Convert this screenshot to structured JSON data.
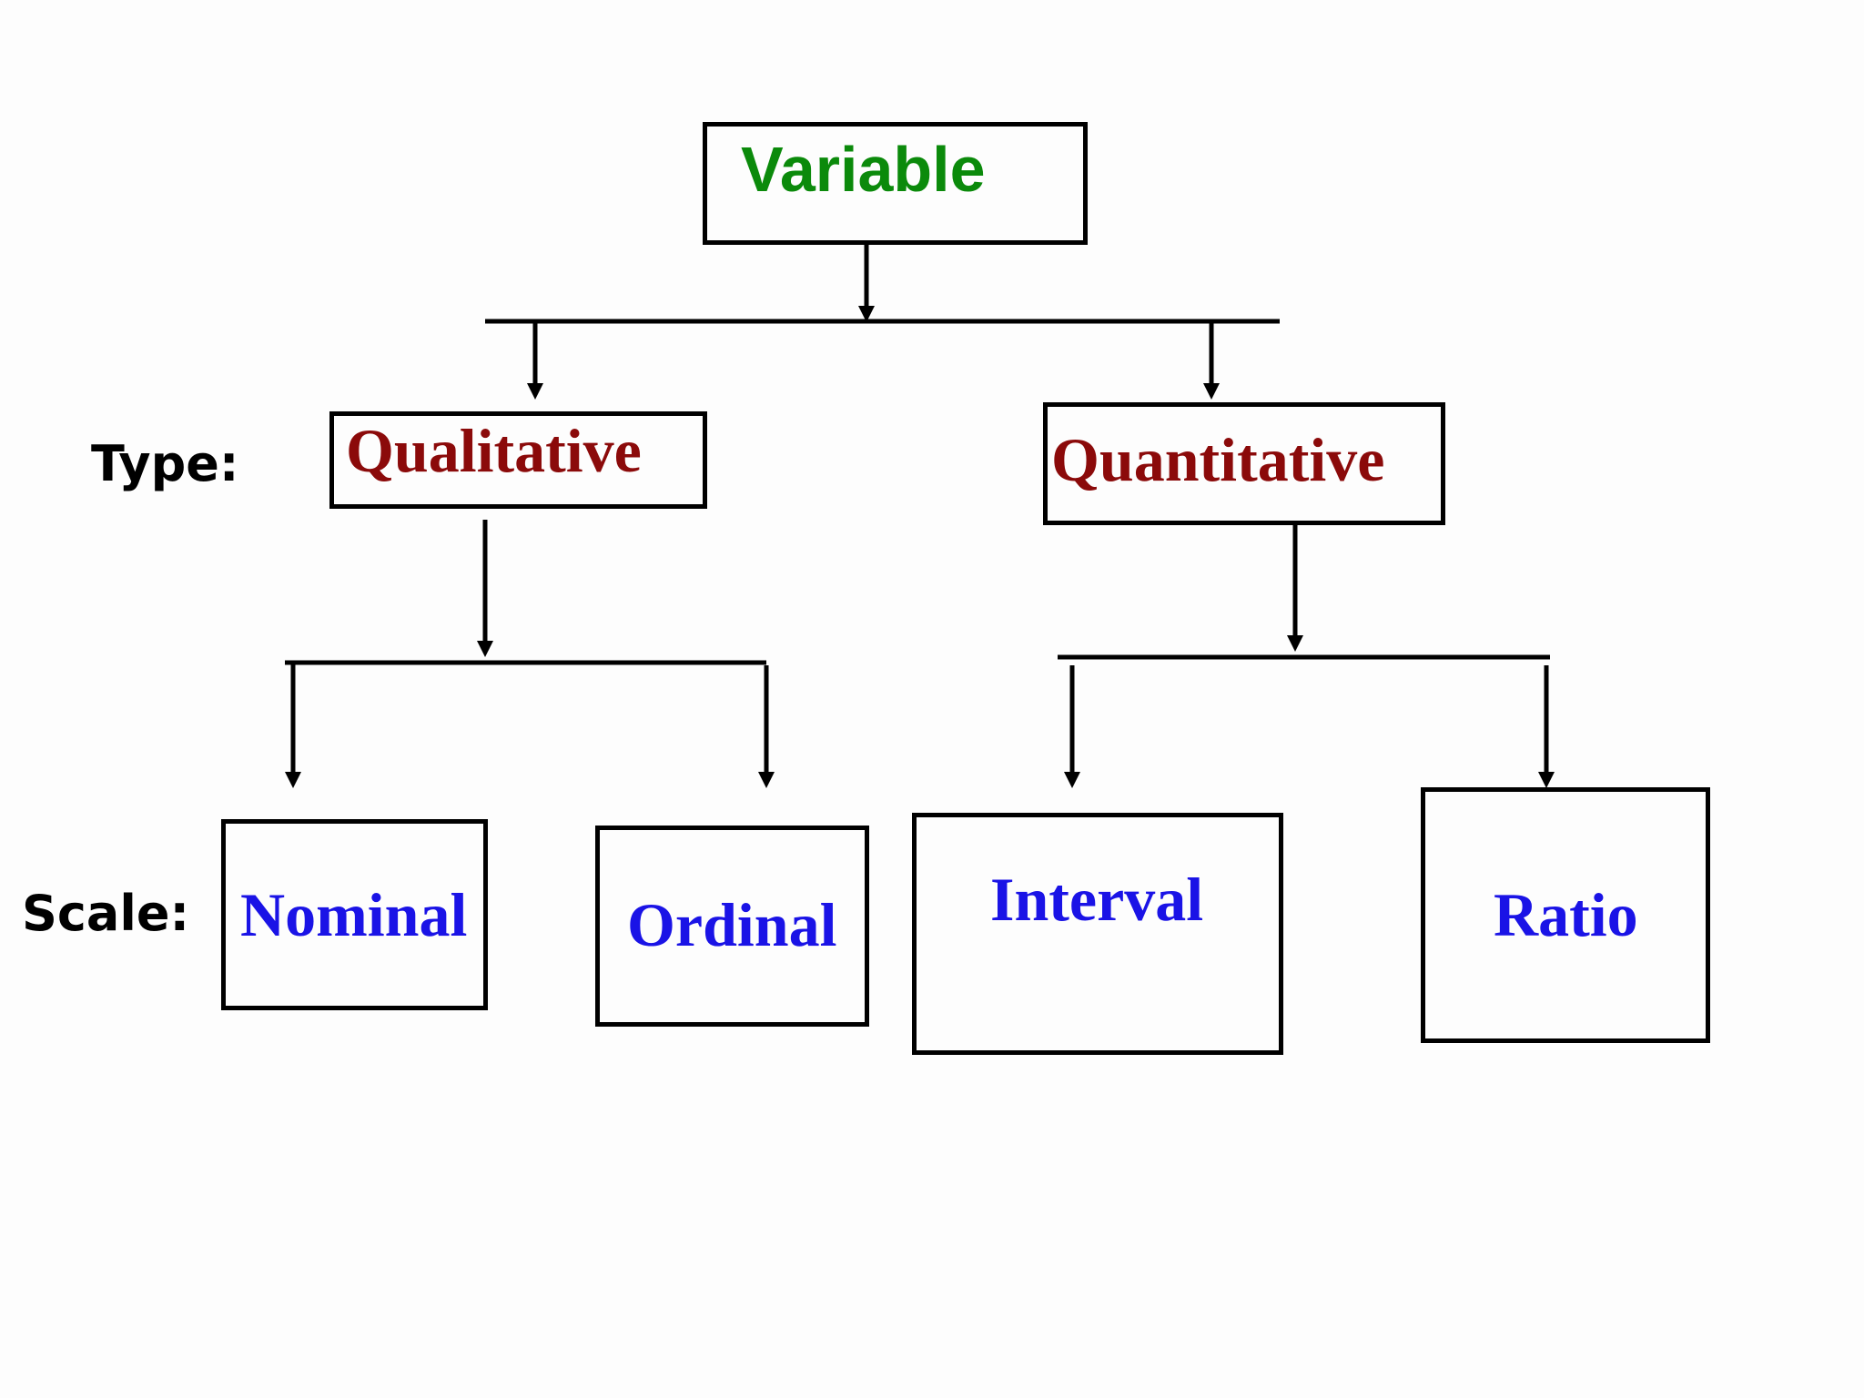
{
  "root": {
    "label": "Variable",
    "color": "#0b8a0b"
  },
  "row_labels": {
    "type": "Type:",
    "scale": "Scale:"
  },
  "types": [
    {
      "label": "Qualitative",
      "color": "#8b0a0a"
    },
    {
      "label": "Quantitative",
      "color": "#8b0a0a"
    }
  ],
  "scales": [
    {
      "label": "Nominal",
      "color": "#1a13e6"
    },
    {
      "label": "Ordinal",
      "color": "#1a13e6"
    },
    {
      "label": "Interval",
      "color": "#1a13e6"
    },
    {
      "label": "Ratio",
      "color": "#1a13e6"
    }
  ],
  "line_color": "#000000"
}
